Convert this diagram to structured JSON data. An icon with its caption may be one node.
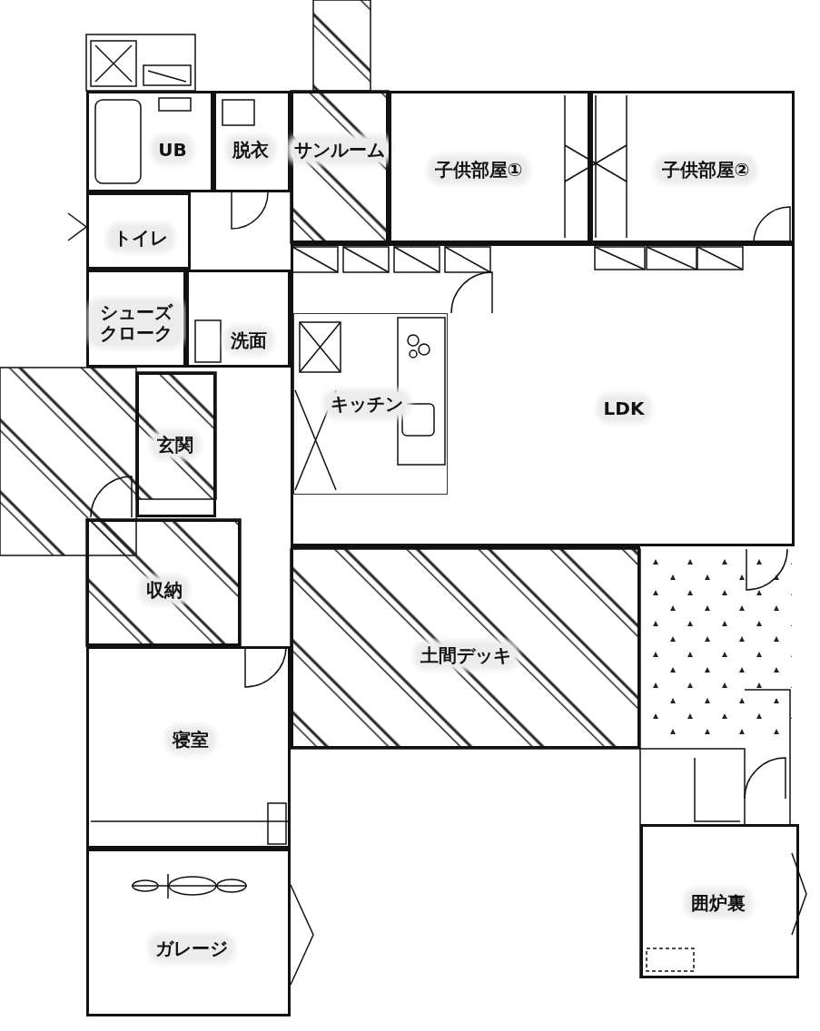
{
  "diagram": {
    "nodes": [
      {
        "text": [
          "UB"
        ]
      },
      {
        "text": [
          "脱衣"
        ]
      },
      {
        "text": [
          "サンルーム"
        ]
      },
      {
        "text": [
          "子供部屋①"
        ]
      },
      {
        "text": [
          "子供部屋②"
        ]
      },
      {
        "text": [
          "トイレ"
        ]
      },
      {
        "text": [
          "シューズクローク"
        ]
      },
      {
        "text": [
          "洗面"
        ]
      },
      {
        "text": [
          "LDK"
        ]
      },
      {
        "text": [
          "キッチン"
        ],
        "in": 8
      },
      {
        "text": [
          "玄関"
        ]
      },
      {
        "text": [
          "収納"
        ]
      },
      {
        "text": [
          "土間デッキ"
        ]
      },
      {
        "text": [
          "寝室"
        ]
      },
      {
        "text": [
          "ガレージ"
        ]
      },
      {
        "text": [
          "囲炉裏"
        ]
      }
    ]
  }
}
